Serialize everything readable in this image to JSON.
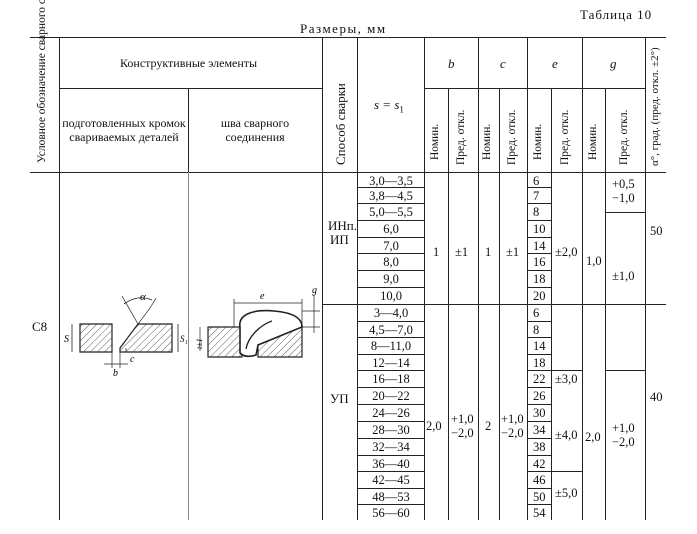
{
  "table_title": "Таблица 10",
  "caption": "Размеры, мм",
  "header": {
    "designation": "Условное обозначение сварного соединения",
    "elements": "Конструктивные элементы",
    "prepared_edges": "подготовленных кромок свариваемых деталей",
    "weld": "шва сварного соединения",
    "method": "Способ сварки",
    "s_eq": "s = s",
    "s_sub": "1",
    "b": "b",
    "c": "c",
    "e": "e",
    "g": "g",
    "nom": "Номин.",
    "dev": "Пред. откл.",
    "alpha": "α°, град. (пред. откл. ±2°)"
  },
  "row": {
    "designation": "С8",
    "method_a": "ИНп.",
    "method_a2": "ИП",
    "method_b": "УП",
    "alpha_a": "50",
    "alpha_b": "40",
    "b_nom_a": "1",
    "b_dev_a": "±1",
    "c_nom_a": "1",
    "c_dev_a": "±1",
    "e_dev_a": "±2,0",
    "g_nom_a": "1,0",
    "g_dev_a1": "+0,5",
    "g_dev_a1b": "−1,0",
    "g_dev_a2": "±1,0",
    "b_nom_b": "2,0",
    "b_dev_b1": "+1,0",
    "b_dev_b2": "−2,0",
    "c_nom_b": "2",
    "c_dev_b1": "+1,0",
    "c_dev_b2": "−2,0",
    "e_dev_b1": "±3,0",
    "e_dev_b2": "±4,0",
    "e_dev_b3": "±5,0",
    "g_nom_b": "2,0",
    "g_dev_b1": "+1,0",
    "g_dev_b2": "−2,0"
  },
  "s_values": [
    "3,0—3,5",
    "3,8—4,5",
    "5,0—5,5",
    "6,0",
    "7,0",
    "8,0",
    "9,0",
    "10,0",
    "3—4,0",
    "4,5—7,0",
    "8—11,0",
    "12—14",
    "16—18",
    "20—22",
    "24—26",
    "28—30",
    "32—34",
    "36—40",
    "42—45",
    "48—53",
    "56—60"
  ],
  "e_values": [
    "6",
    "7",
    "8",
    "10",
    "14",
    "16",
    "18",
    "20",
    "6",
    "8",
    "14",
    "18",
    "22",
    "26",
    "30",
    "34",
    "38",
    "42",
    "46",
    "50",
    "54"
  ],
  "drawing_labels": {
    "alpha": "α",
    "s": "S",
    "s1": "S₁",
    "b": "b",
    "c": "c",
    "e": "e",
    "g": "g",
    "t1": "t±1"
  }
}
